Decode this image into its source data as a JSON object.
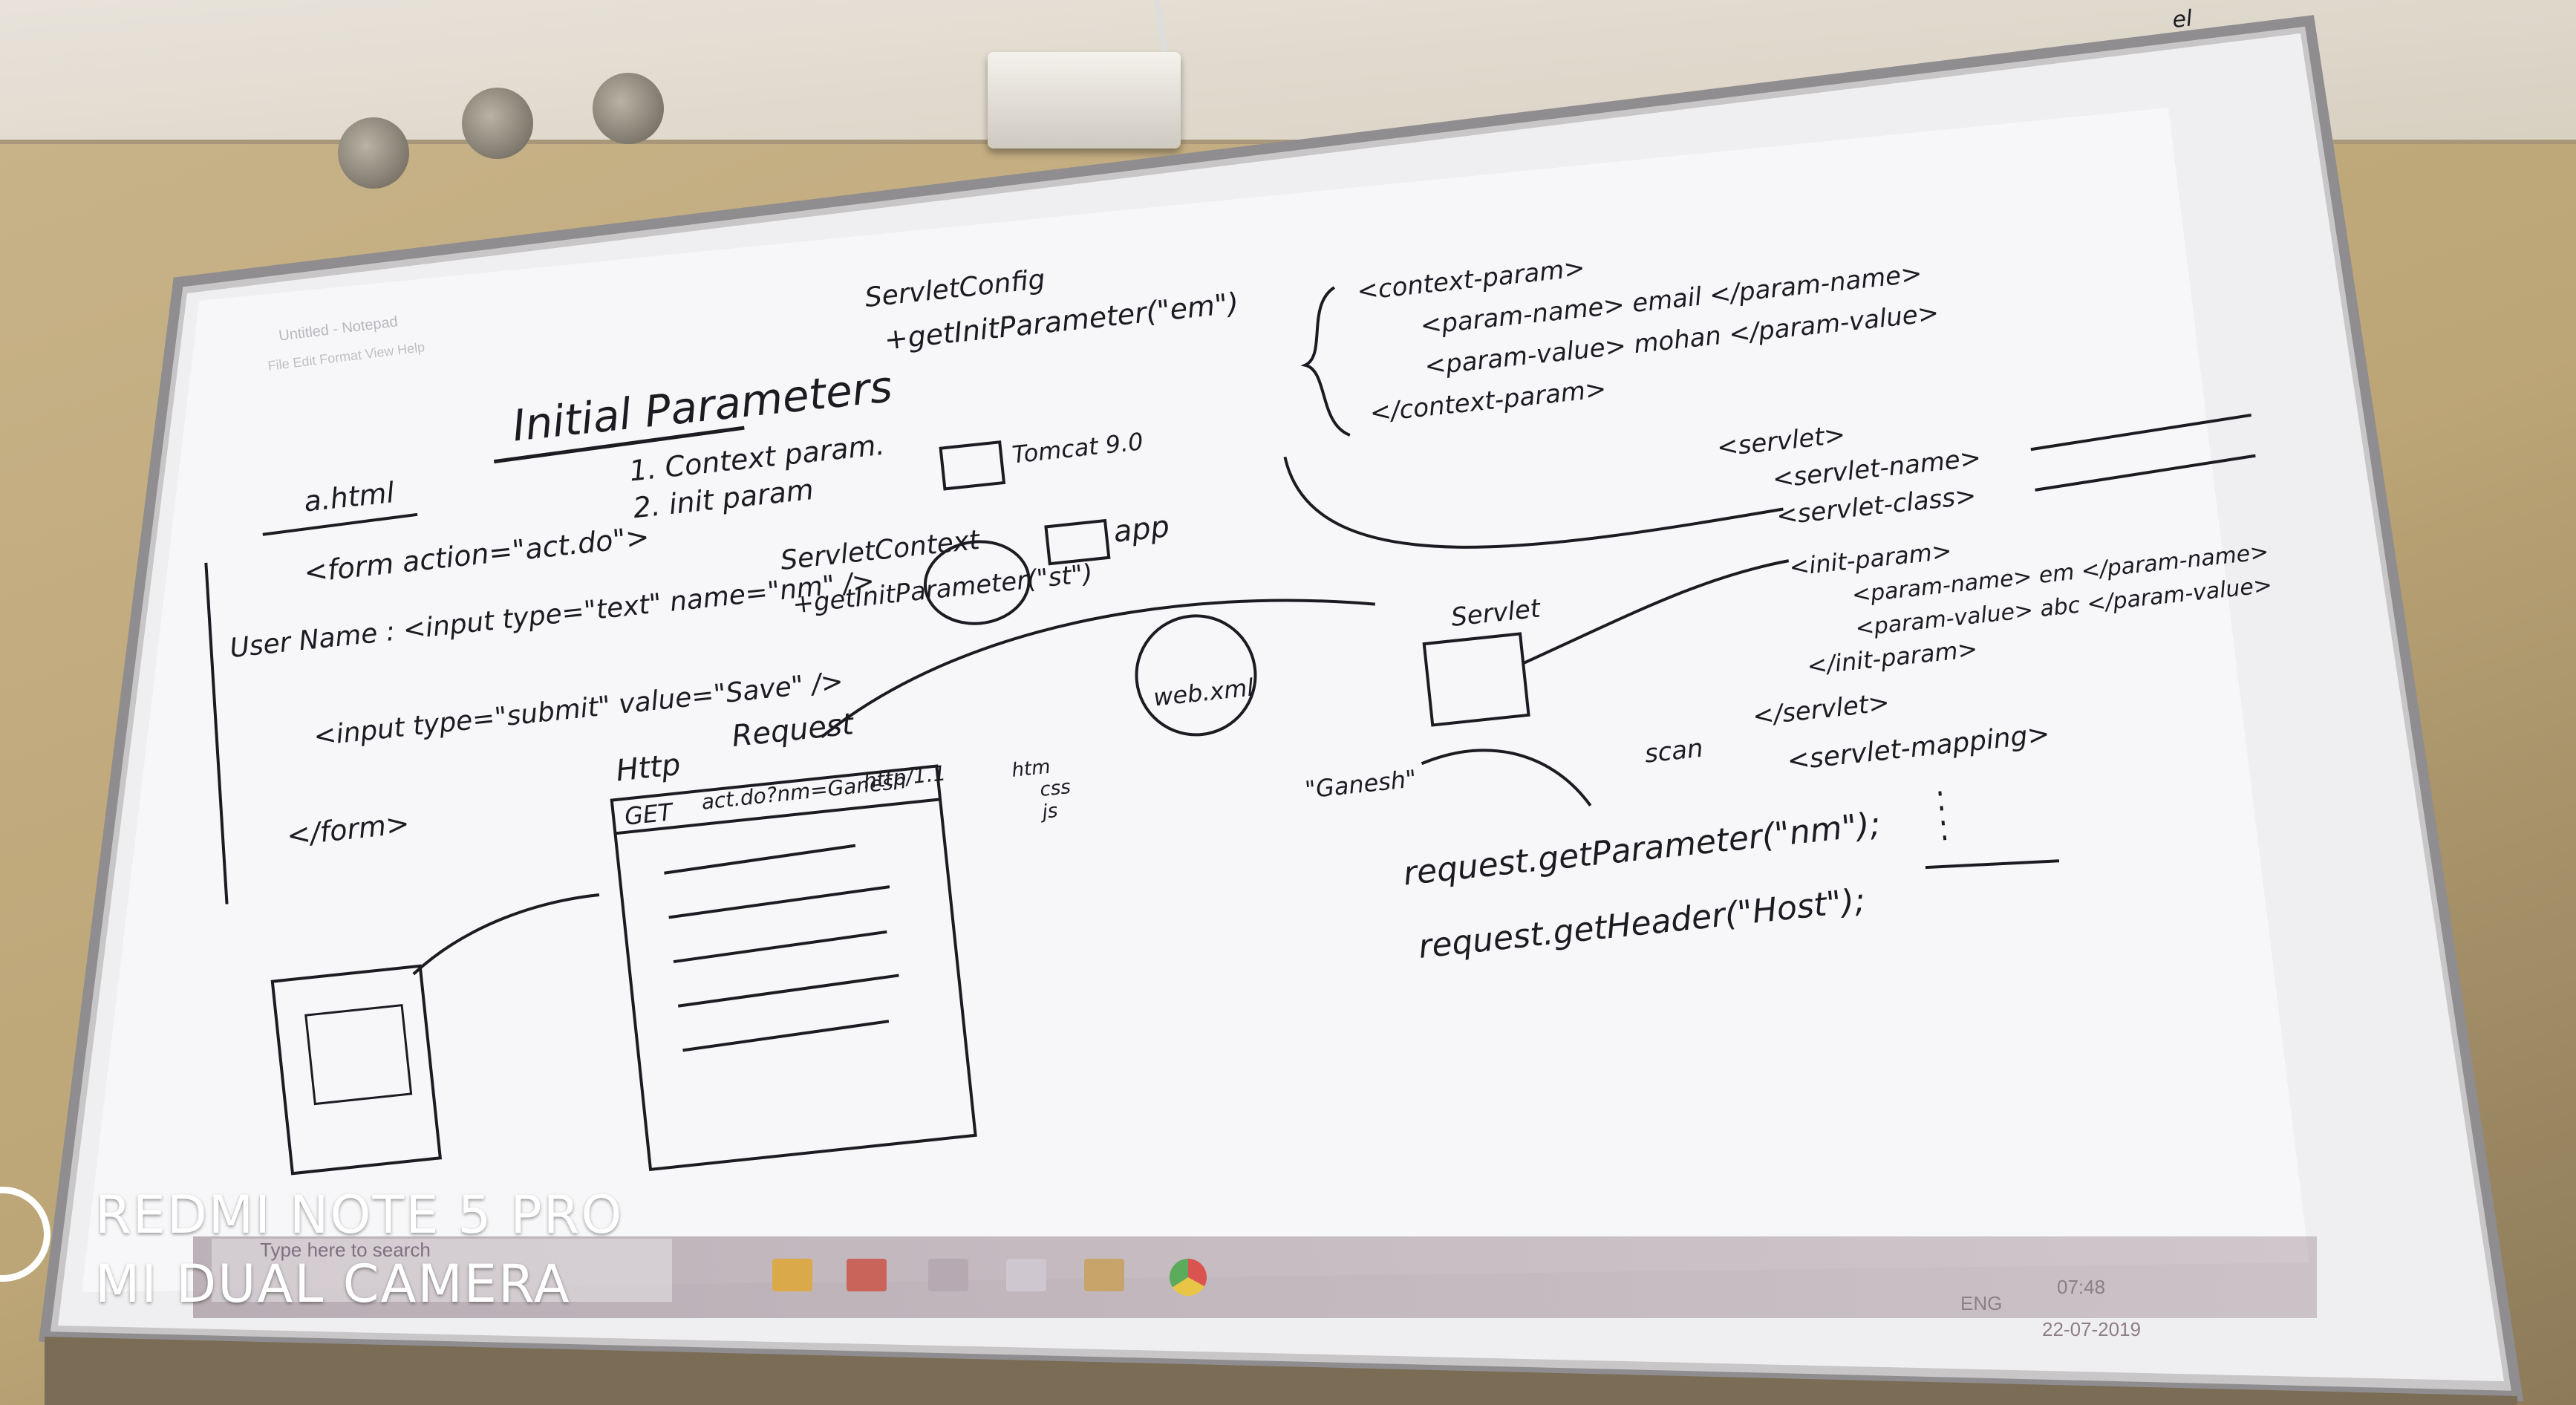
{
  "watermark": {
    "line1": "REDMI NOTE 5 PRO",
    "line2": "MI DUAL CAMERA"
  },
  "screen": {
    "notepad_title": "Untitled - Notepad",
    "notepad_menu": "File  Edit  Format  View  Help",
    "taskbar_search": "Type here to search",
    "tray_lang": "ENG",
    "tray_time": "07:48",
    "tray_date": "22-07-2019"
  },
  "whiteboard": {
    "title": "Initial Parameters",
    "param_types": [
      "1. Context param.",
      "2. init param"
    ],
    "servlet_config": [
      "ServletConfig",
      "+getInitParameter(\"em\")"
    ],
    "servlet_context": [
      "ServletContext",
      "+getInitParameter(\"st\")"
    ],
    "tomcat": "Tomcat 9.0",
    "app": "app",
    "web_xml": "web.xml",
    "html_file": "a.html",
    "form_code": [
      "<form action=\"act.do\">",
      "User Name :  <input type=\"text\" name=\"nm\" />",
      "<input type=\"submit\" value=\"Save\" />",
      "</form>"
    ],
    "http_request": [
      "Http",
      "Request"
    ],
    "request_line": [
      "GET",
      "act.do?nm=Ganesh",
      "http/1.1"
    ],
    "file_types": [
      "htm",
      "css",
      "js"
    ],
    "context_param": [
      "<context-param>",
      "<param-name> email </param-name>",
      "<param-value> mohan </param-value>",
      "</context-param>"
    ],
    "servlet_block": [
      "<servlet>",
      "<servlet-name>",
      "<servlet-class>",
      "<init-param>",
      "<param-name> em </param-name>",
      "<param-value> abc </param-value>",
      "</init-param>",
      "</servlet>"
    ],
    "servlet_mapping": "<servlet-mapping>",
    "servlet_label": "Servlet",
    "scan_label": "scan",
    "ganesh": "\"Ganesh\"",
    "request_calls": [
      "request.getParameter(\"nm\");",
      "request.getHeader(\"Host\");"
    ],
    "corner_mark": "el"
  },
  "colors": {
    "ink": "#1b1b22",
    "board": "#f4f4f6",
    "wall": "#c4ae83"
  }
}
